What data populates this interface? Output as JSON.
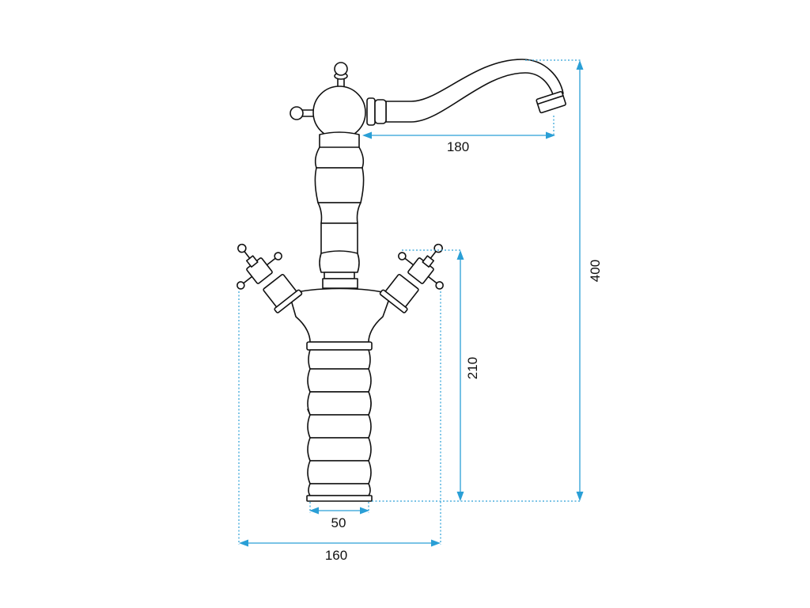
{
  "dimensions": {
    "spout_reach": "180",
    "total_height": "400",
    "body_height": "210",
    "base_diameter": "50",
    "handle_span": "160"
  },
  "colors": {
    "dimension_line": "#2a9fd6",
    "outline": "#111111",
    "background": "#ffffff"
  }
}
